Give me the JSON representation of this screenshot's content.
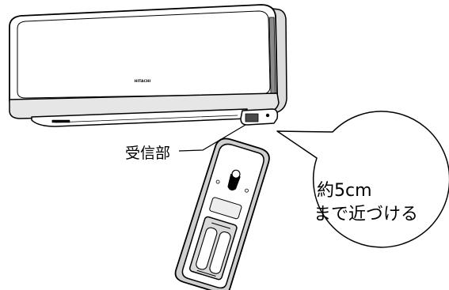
{
  "unit": {
    "brand": "HITACHI"
  },
  "labels": {
    "receiver": "受信部",
    "distance_line1": "約5cm",
    "distance_line2": "まで近づける"
  },
  "colors": {
    "outline": "#000000",
    "body": "#ffffff",
    "shade": "#e6e6e6",
    "dark_band": "#8a8a8a"
  }
}
